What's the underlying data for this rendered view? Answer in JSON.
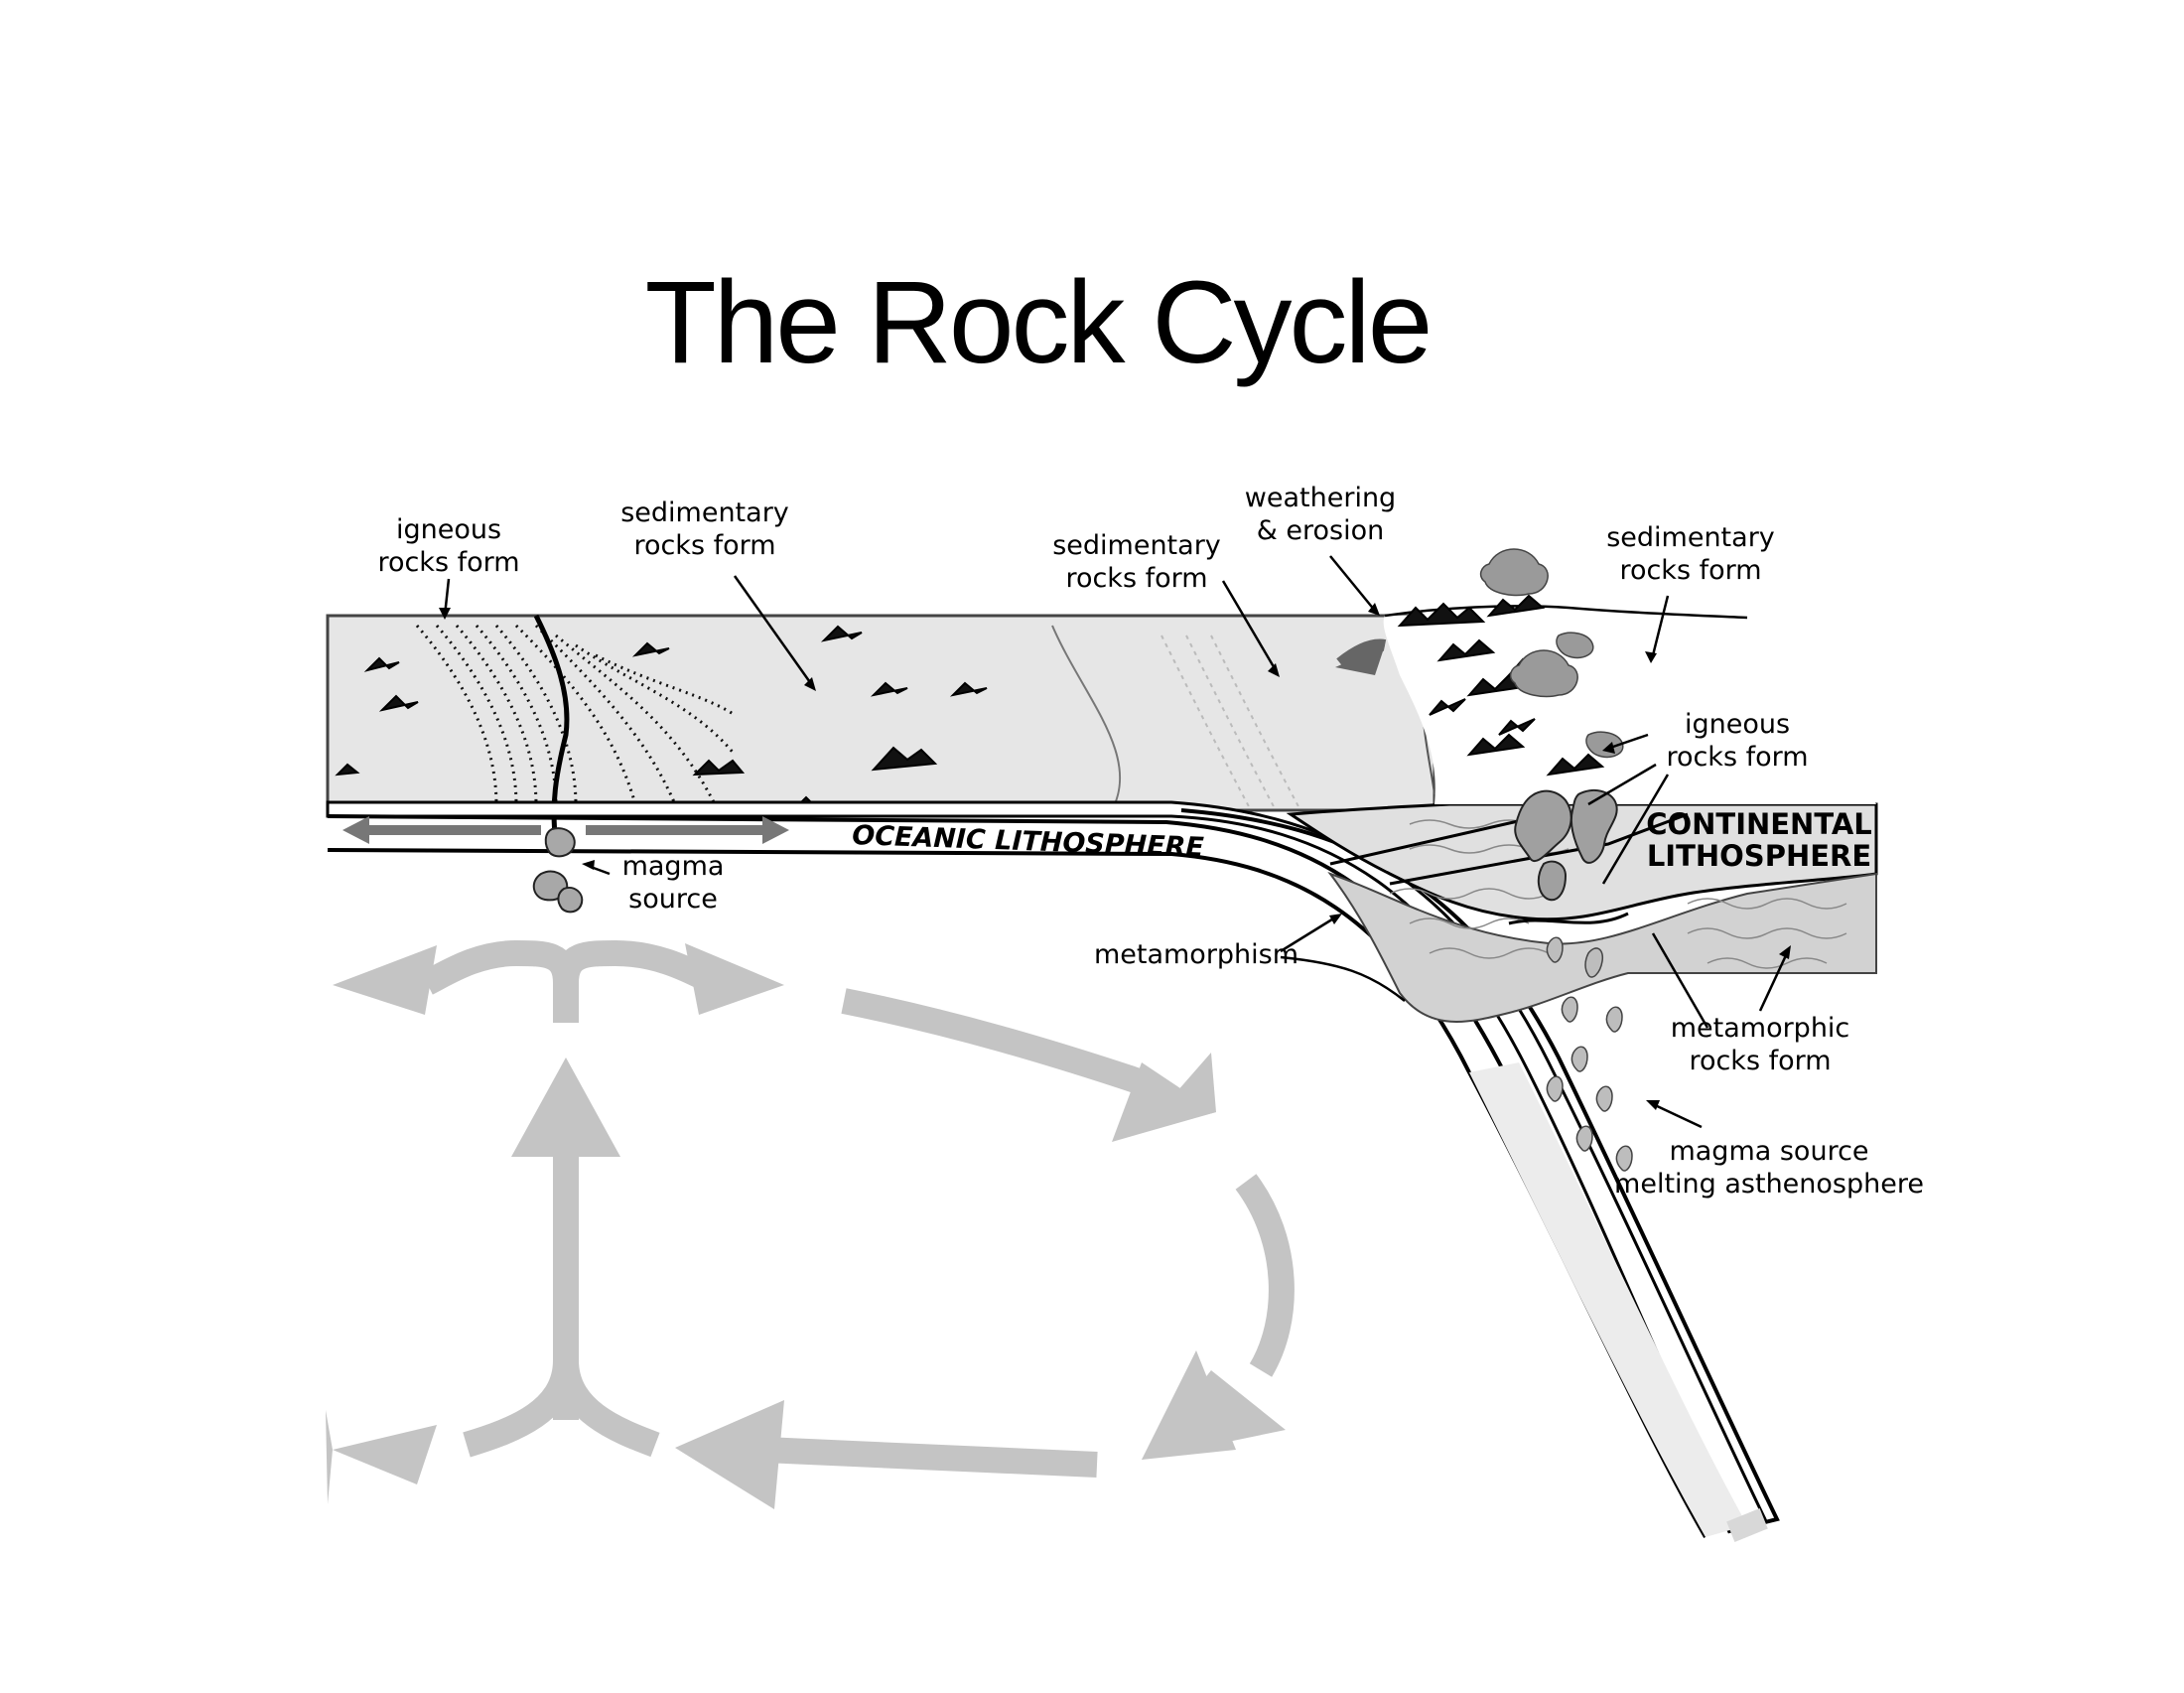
{
  "title": "The Rock Cycle",
  "labels": {
    "igneous_left": [
      "igneous",
      "rocks form"
    ],
    "sedimentary_left": [
      "sedimentary",
      "rocks form"
    ],
    "sedimentary_mid": [
      "sedimentary",
      "rocks form"
    ],
    "weathering": [
      "weathering",
      "& erosion"
    ],
    "sedimentary_right": [
      "sedimentary",
      "rocks form"
    ],
    "igneous_right": [
      "igneous",
      "rocks form"
    ],
    "continental": [
      "CONTINENTAL",
      "LITHOSPHERE"
    ],
    "oceanic": "OCEANIC LITHOSPHERE",
    "magma_left": [
      "magma",
      "source"
    ],
    "metamorphism": "metamorphism",
    "metamorphic": [
      "metamorphic",
      "rocks form"
    ],
    "magma_right": [
      "magma source",
      "melting asthenosphere"
    ]
  },
  "colors": {
    "ink": "#000000",
    "layer_fill": "#e6e6e6",
    "mantle_arrow": "#c4c4c4",
    "continental_fill": "#d2d2d2"
  }
}
